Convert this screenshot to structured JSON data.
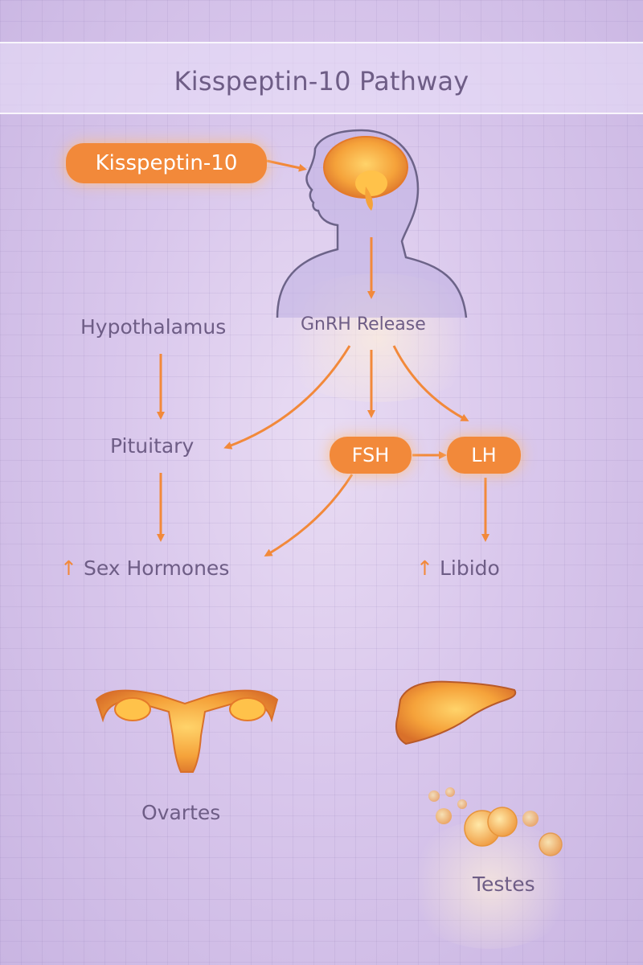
{
  "title": "Kisspeptin-10 Pathway",
  "nodes": {
    "kisspeptin": "Kisspeptin-10",
    "hypothalamus": "Hypothalamus",
    "gnrh": "GnRH Release",
    "pituitary": "Pituitary",
    "fsh": "FSH",
    "lh": "LH",
    "sex_hormones": "Sex Hormones",
    "libido": "Libido",
    "ovaries": "Ovartes",
    "testes": "Testes"
  },
  "icons": {
    "increase": "↑"
  },
  "colors": {
    "accent": "#f2893a",
    "text": "#6e5d86",
    "background": "#d9c7ec"
  }
}
